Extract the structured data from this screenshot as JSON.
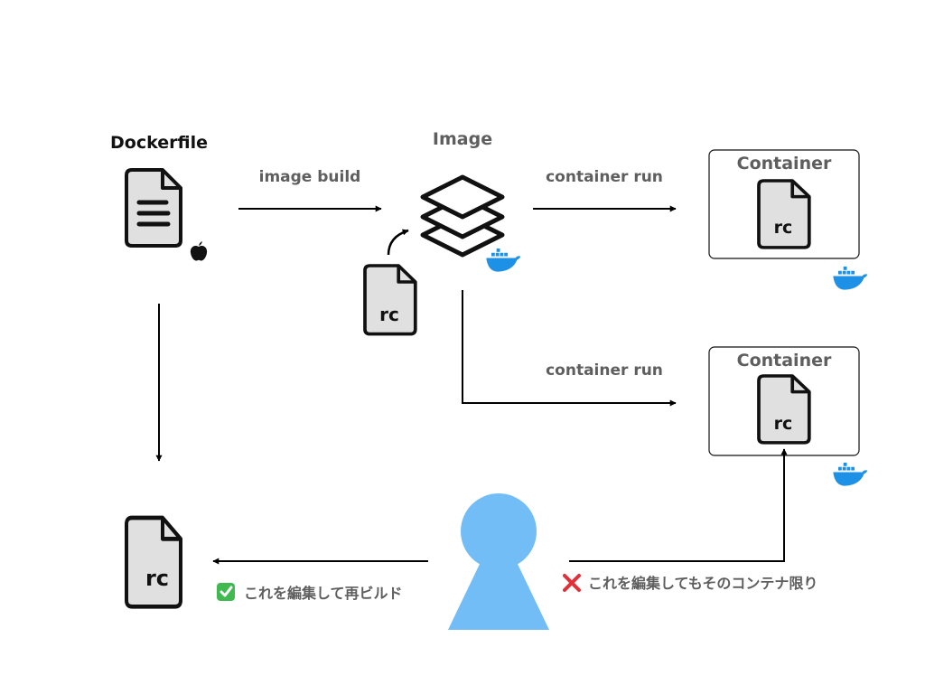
{
  "dockerfile": {
    "label": "Dockerfile"
  },
  "image": {
    "label": "Image"
  },
  "arrows": {
    "image_build": "image build",
    "container_run_1": "container run",
    "container_run_2": "container run"
  },
  "containers": [
    {
      "label": "Container",
      "file_label": "rc"
    },
    {
      "label": "Container",
      "file_label": "rc"
    }
  ],
  "rc_files": {
    "image_input": "rc",
    "local": "rc"
  },
  "notes": {
    "ok_mark": "✅",
    "ok_text": "これを編集して再ビルド",
    "ng_mark": "❌",
    "ng_text": "これを編集してもそのコンテナ限り"
  },
  "icons": [
    "document-icon",
    "apple-icon",
    "layers-icon",
    "docker-whale-icon",
    "user-icon"
  ],
  "colors": {
    "docker_blue": "#1d91e6",
    "user_blue": "#73bdf7",
    "ok_green": "#3fb950",
    "ng_red": "#e0303a"
  }
}
